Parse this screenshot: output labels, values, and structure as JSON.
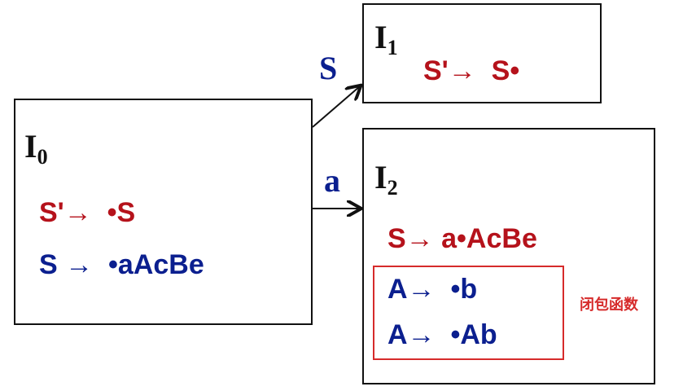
{
  "states": {
    "i0": {
      "letter": "I",
      "sub": "0",
      "items": [
        {
          "text": "S'→  •S"
        },
        {
          "text": "S →  •aAcBe"
        }
      ]
    },
    "i1": {
      "letter": "I",
      "sub": "1",
      "items": [
        {
          "text": "S'→  S•"
        }
      ]
    },
    "i2": {
      "letter": "I",
      "sub": "2",
      "kernel": {
        "text": "S→ a•AcBe"
      },
      "closure_items": [
        {
          "text": "A→  •b"
        },
        {
          "text": "A→  •Ab"
        }
      ]
    }
  },
  "transitions": {
    "to_i1": "S",
    "to_i2": "a"
  },
  "annotation": "闭包函数",
  "colors": {
    "red": "#b5121b",
    "blue": "#0b1f8f",
    "annot": "#d62b2b"
  }
}
